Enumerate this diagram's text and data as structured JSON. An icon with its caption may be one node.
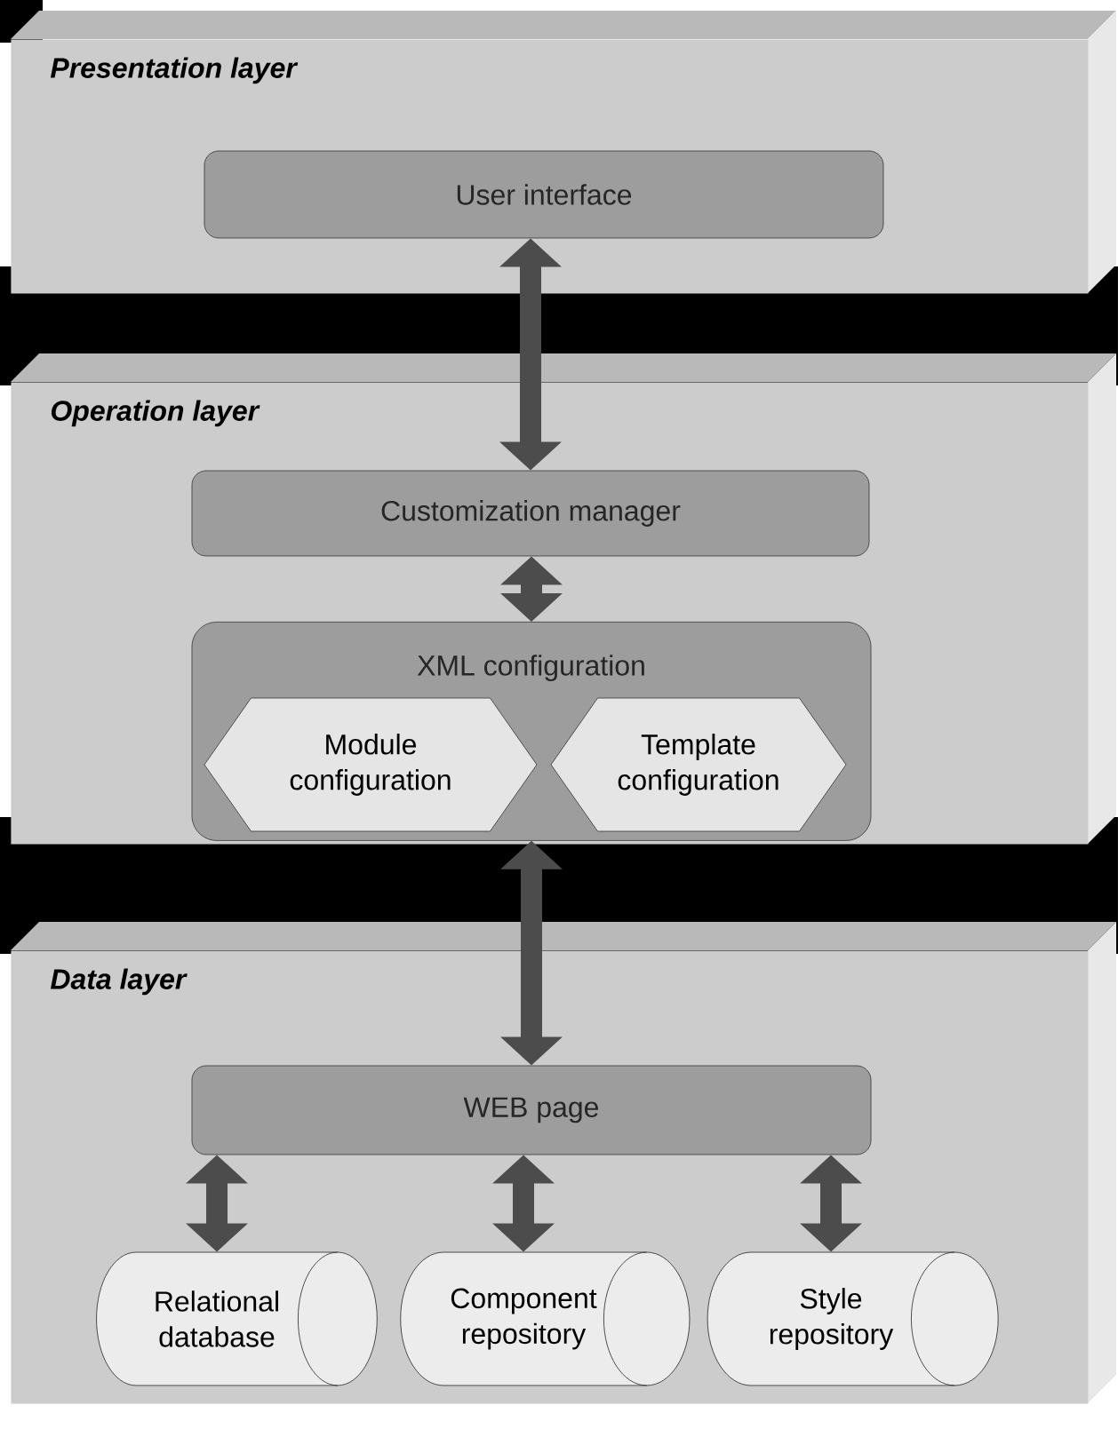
{
  "diagram": {
    "nodes": [
      {
        "text": [
          "Presentation layer"
        ]
      },
      {
        "text": [
          "User interface"
        ],
        "in": 0
      },
      {
        "text": [
          "Operation layer"
        ]
      },
      {
        "text": [
          "Customization manager"
        ],
        "in": 2
      },
      {
        "text": [
          "XML configuration"
        ],
        "in": 2
      },
      {
        "text": [
          "Module configuration"
        ],
        "in": 4
      },
      {
        "text": [
          "Template configuration"
        ],
        "in": 4
      },
      {
        "text": [
          "Data layer"
        ]
      },
      {
        "text": [
          "WEB page"
        ],
        "in": 7
      },
      {
        "text": [
          "Relational database"
        ],
        "in": 7
      },
      {
        "text": [
          "Component repository"
        ],
        "in": 7
      },
      {
        "text": [
          "Style repository"
        ],
        "in": 7
      }
    ],
    "edges": [
      {
        "from": 1,
        "to": 3,
        "arrow": "both"
      },
      {
        "from": 3,
        "to": 4,
        "arrow": "both"
      },
      {
        "from": 4,
        "to": 8,
        "arrow": "both"
      },
      {
        "from": 8,
        "to": 9,
        "arrow": "both"
      },
      {
        "from": 8,
        "to": 10,
        "arrow": "both"
      },
      {
        "from": 8,
        "to": 11,
        "arrow": "both"
      }
    ]
  }
}
